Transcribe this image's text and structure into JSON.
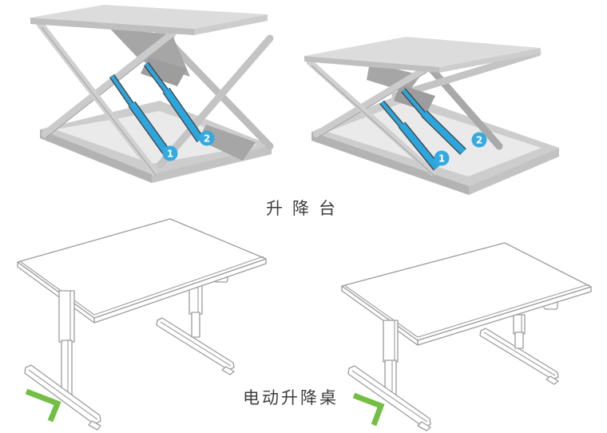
{
  "sections": {
    "lift": {
      "label": "升降台",
      "raised_callouts": [
        {
          "number": "1"
        },
        {
          "number": "2"
        }
      ],
      "lowered_callouts": [
        {
          "number": "1"
        },
        {
          "number": "2"
        }
      ]
    },
    "desk": {
      "label": "电动升降桌"
    }
  },
  "colors": {
    "cylinder_blue": "#2ba7e0",
    "badge_blue": "#35aae1",
    "chevron_green": "#72bf44"
  }
}
